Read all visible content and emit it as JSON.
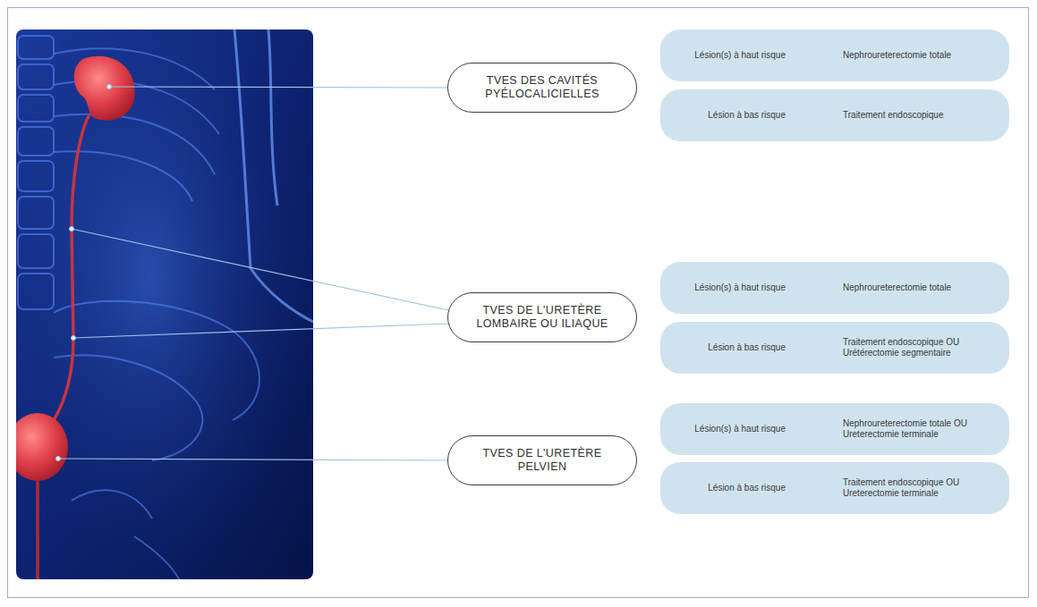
{
  "diagram": {
    "nodes": [
      {
        "text": [
          "TVES DES CAVITÉS PYÉLOCALICIELLES"
        ]
      },
      {
        "text": [
          "Lésion(s) à haut risque",
          "Nephroureterectomie totale"
        ]
      },
      {
        "text": [
          "Lésion à bas risque",
          "Traitement endoscopique"
        ]
      },
      {
        "text": [
          "TVES DE L'URETÈRE LOMBAIRE OU ILIAQUE"
        ]
      },
      {
        "text": [
          "Lésion(s) à haut risque",
          "Nephroureterectomie totale"
        ]
      },
      {
        "text": [
          "Lésion à bas risque",
          "Traitement endoscopique OU Urétérectomie segmentaire"
        ]
      },
      {
        "text": [
          "TVES DE L'URETÈRE PELVIEN"
        ]
      },
      {
        "text": [
          "Lésion(s) à haut risque",
          "Nephroureterectomie totale OU Ureterectomie terminale"
        ]
      },
      {
        "text": [
          "Lésion à bas risque",
          "Traitement endoscopique OU Ureterectomie terminale"
        ]
      }
    ]
  }
}
